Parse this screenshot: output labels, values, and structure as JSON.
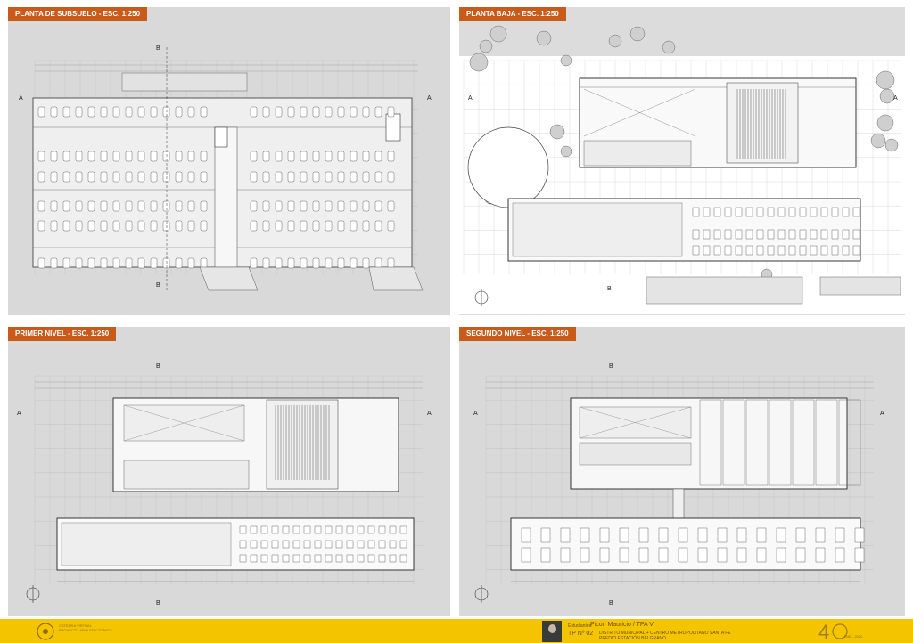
{
  "panels": [
    {
      "title": "PLANTA DE SUBSUELO - ESC. 1:250"
    },
    {
      "title": "PLANTA BAJA - ESC. 1:250"
    },
    {
      "title": "PRIMER NIVEL - ESC. 1:250"
    },
    {
      "title": "SEGUNDO NIVEL - ESC. 1:250"
    }
  ],
  "section_marks": {
    "a": "A",
    "b": "B"
  },
  "footer": {
    "chair_line1": "CÁTEDRA VIRTUAL",
    "chair_line2": "PROYECTO ARQUITECTÓNICO",
    "student_label": "Estudiantes:",
    "student_name": "Picon Mauricio / TPA V",
    "tp_number": "TP Nº 02",
    "project_line1": "DISTRITO MUNICIPAL + CENTRO METROPOLITANO SANTA FE",
    "project_line2": "PREDIO ESTACIÓN BELGRANO",
    "anniversary_years": "1980 - 2020"
  },
  "colors": {
    "accent": "#c85a1a",
    "footer": "#f5c400",
    "panel_bg": "#d9d9d9"
  }
}
